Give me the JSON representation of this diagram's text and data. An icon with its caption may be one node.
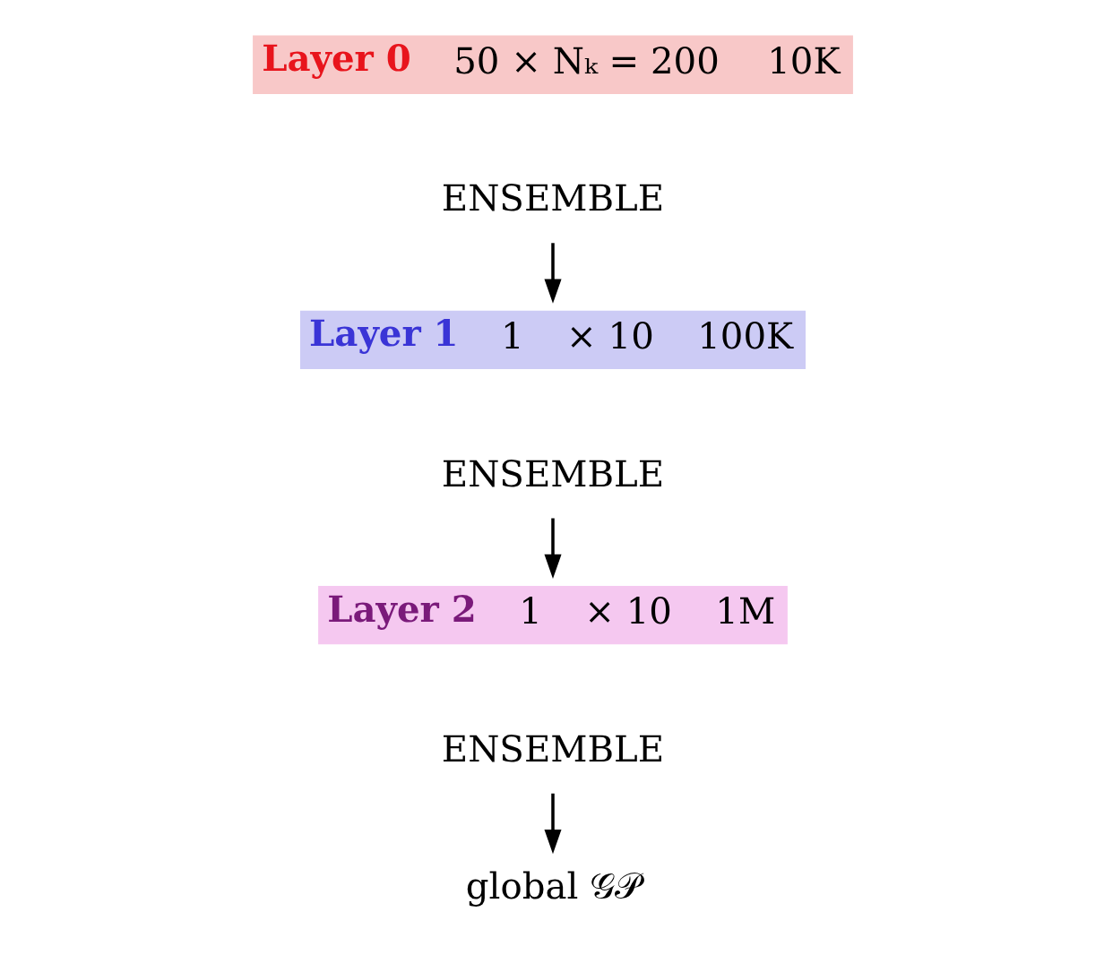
{
  "diagram": {
    "nodes": [
      {
        "text": [
          "Layer 0",
          "50 × Nₖ = 200",
          "10K"
        ]
      },
      {
        "text": [
          "ENSEMBLE"
        ]
      },
      {
        "text": [
          "Layer 1",
          "1",
          "× 10",
          "100K"
        ]
      },
      {
        "text": [
          "ENSEMBLE"
        ]
      },
      {
        "text": [
          "Layer 2",
          "1",
          "× 10",
          "1M"
        ]
      },
      {
        "text": [
          "ENSEMBLE"
        ]
      },
      {
        "text": [
          "global 𝒢𝒫"
        ]
      }
    ],
    "edges": [
      {
        "from": 1,
        "to": 2,
        "arrow": "to"
      },
      {
        "from": 3,
        "to": 4,
        "arrow": "to"
      },
      {
        "from": 5,
        "to": 6,
        "arrow": "to"
      }
    ]
  }
}
